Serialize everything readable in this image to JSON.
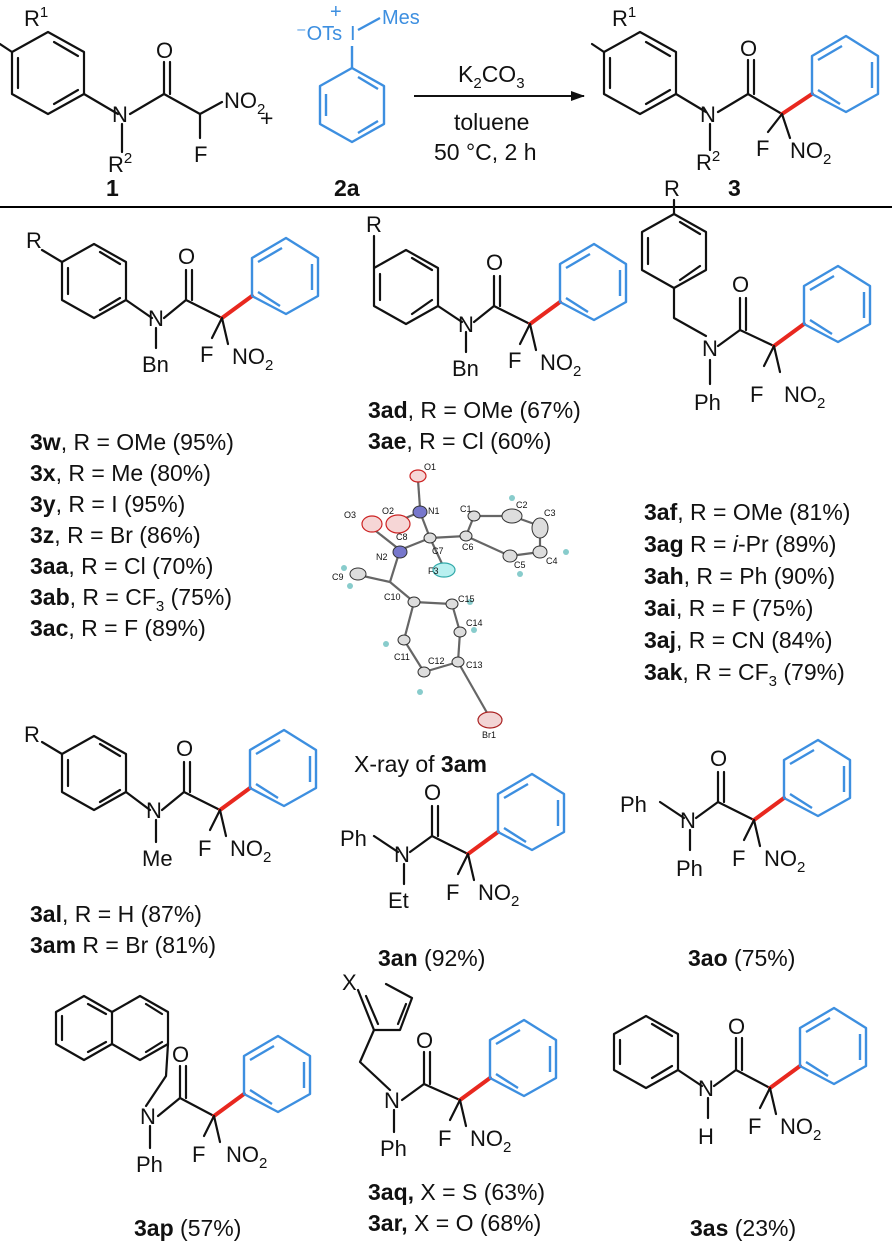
{
  "header": {
    "reagent": "K2CO3",
    "solvent": "toluene",
    "conditions": "50 °C, 2 h",
    "compound1": "1",
    "compound2": "2a",
    "product": "3",
    "plus": "+",
    "ots": "OTs",
    "mes": "Mes",
    "r1": "R",
    "r2": "R",
    "sup1": "1",
    "sup2": "2",
    "no2": "NO",
    "no2sub": "2"
  },
  "colors": {
    "phenyl": "#3d8fe0",
    "newbond": "#e8281f",
    "rule": "#000000"
  },
  "atoms": {
    "N": "N",
    "O": "O",
    "F": "F",
    "H": "H",
    "R": "R",
    "X": "X",
    "Bn": "Bn",
    "Ph": "Ph",
    "Me": "Me",
    "Et": "Et",
    "NO": "NO",
    "sub2": "2"
  },
  "group_w": [
    {
      "id": "3w",
      "rest": ", R = OMe (95%)"
    },
    {
      "id": "3x",
      "rest": ", R = Me (80%)"
    },
    {
      "id": "3y",
      "rest": ", R = I (95%)"
    },
    {
      "id": "3z",
      "rest": ", R = Br (86%)"
    },
    {
      "id": "3aa",
      "rest": ", R = Cl (70%)"
    },
    {
      "id": "3ab",
      "rest": ", R = CF",
      "sub": "3",
      "tail": " (75%)"
    },
    {
      "id": "3ac",
      "rest": ", R = F (89%)"
    }
  ],
  "group_ad": [
    {
      "id": "3ad",
      "rest": ", R = OMe (67%)"
    },
    {
      "id": "3ae",
      "rest": ", R = Cl (60%)"
    }
  ],
  "group_af": [
    {
      "id": "3af",
      "rest": ", R = OMe (81%)"
    },
    {
      "id": "3ag",
      "rest": " R = ",
      "it": "i",
      "tail": "-Pr (89%)"
    },
    {
      "id": "3ah",
      "rest": ", R = Ph (90%)"
    },
    {
      "id": "3ai",
      "rest": ", R = F (75%)"
    },
    {
      "id": "3aj",
      "rest": ", R = CN (84%)"
    },
    {
      "id": "3ak",
      "rest": ", R = CF",
      "sub": "3",
      "tail": " (79%)"
    }
  ],
  "group_al": [
    {
      "id": "3al",
      "rest": ", R = H (87%)"
    },
    {
      "id": "3am",
      "rest": " R = Br (81%)"
    }
  ],
  "xray": {
    "caption_prefix": "X-ray of ",
    "caption_id": "3am",
    "atoms": [
      "O1",
      "O2",
      "O3",
      "N1",
      "N2",
      "C1",
      "C2",
      "C3",
      "C4",
      "C5",
      "C6",
      "C7",
      "C8",
      "C9",
      "C10",
      "C11",
      "C12",
      "C13",
      "C14",
      "C15",
      "F3",
      "Br1"
    ]
  },
  "singles": {
    "an": {
      "id": "3an",
      "rest": " (92%)"
    },
    "ao": {
      "id": "3ao",
      "rest": " (75%)"
    },
    "ap": {
      "id": "3ap",
      "rest": " (57%)"
    },
    "as": {
      "id": "3as",
      "rest": " (23%)"
    }
  },
  "group_aq": [
    {
      "id": "3aq,",
      "rest": " X = S (63%)"
    },
    {
      "id": "3ar,",
      "rest": " X = O (68%)"
    }
  ]
}
